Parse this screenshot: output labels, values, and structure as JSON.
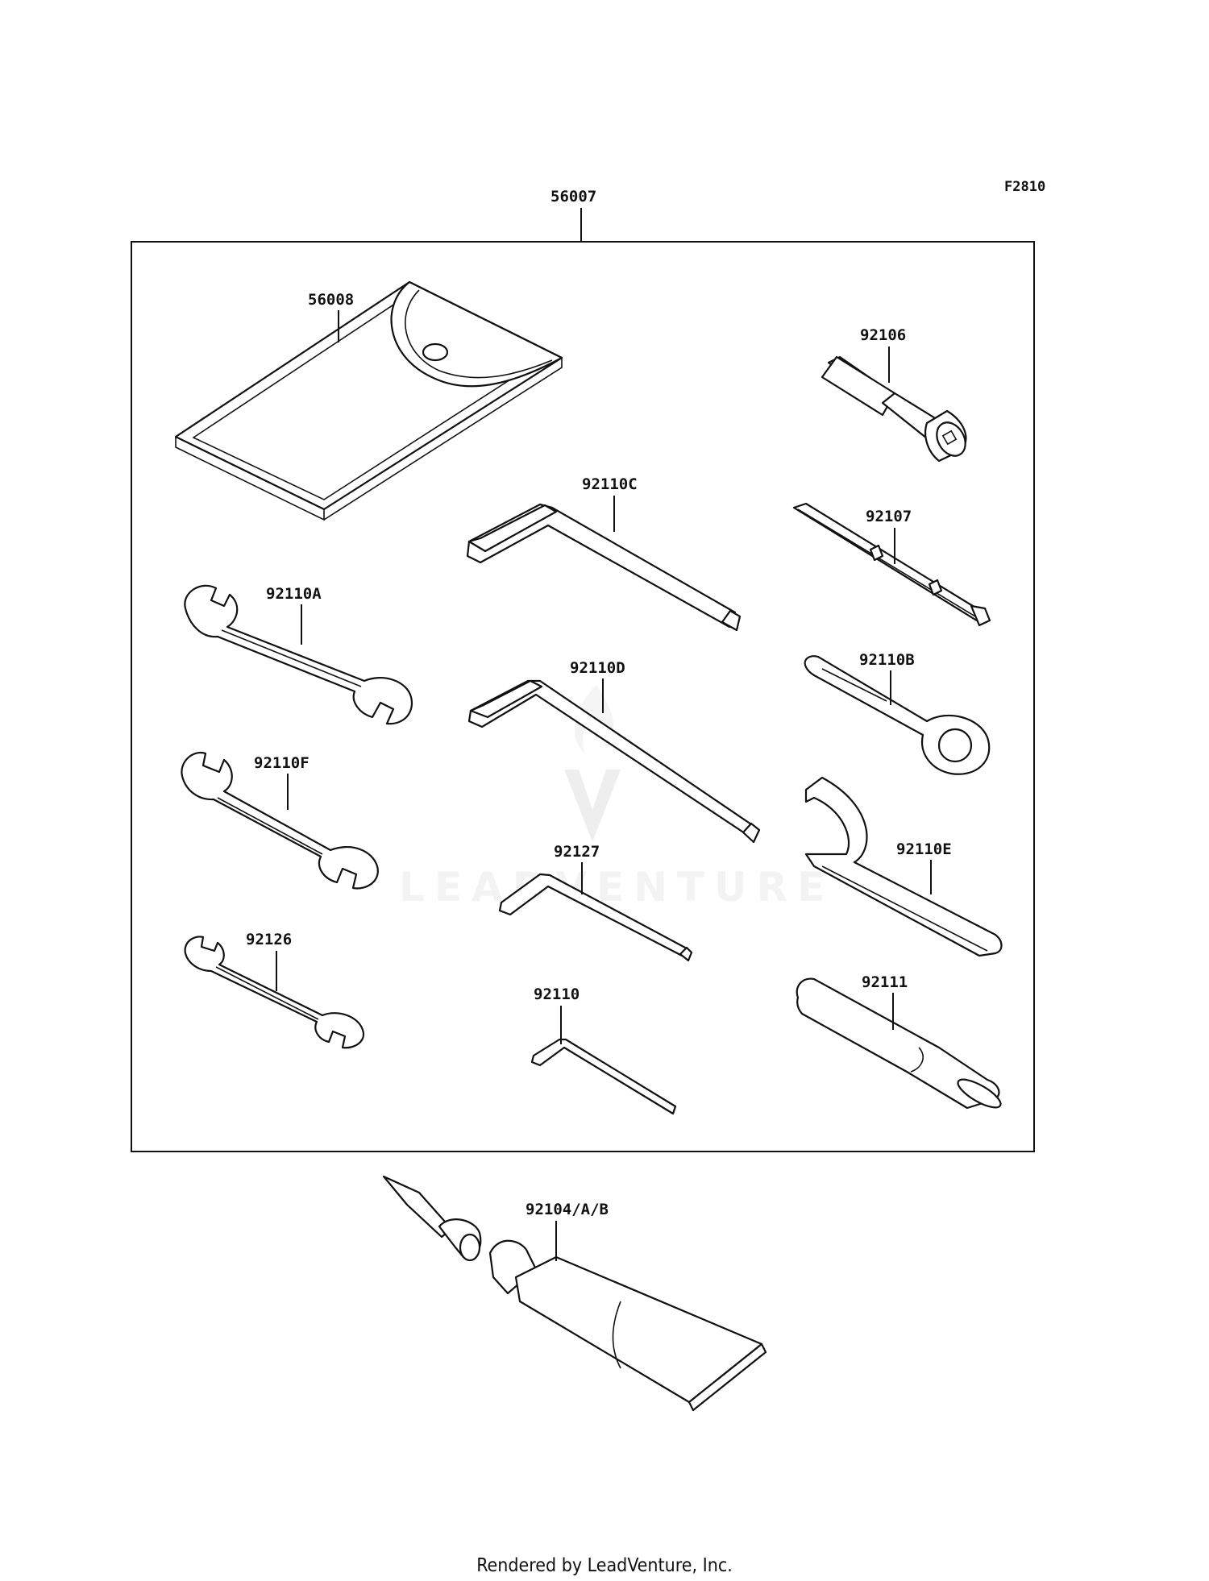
{
  "figure_code": "F2810",
  "kit_part": "56007",
  "parts": {
    "p56008": "56008",
    "p92106": "92106",
    "p92110C": "92110C",
    "p92107": "92107",
    "p92110A": "92110A",
    "p92110D": "92110D",
    "p92110B": "92110B",
    "p92110F": "92110F",
    "p92127": "92127",
    "p92110E": "92110E",
    "p92126": "92126",
    "p92110": "92110",
    "p92111": "92111",
    "p92104": "92104/A/B"
  },
  "watermark": "LEADVENTURE",
  "footer": "Rendered by LeadVenture, Inc."
}
